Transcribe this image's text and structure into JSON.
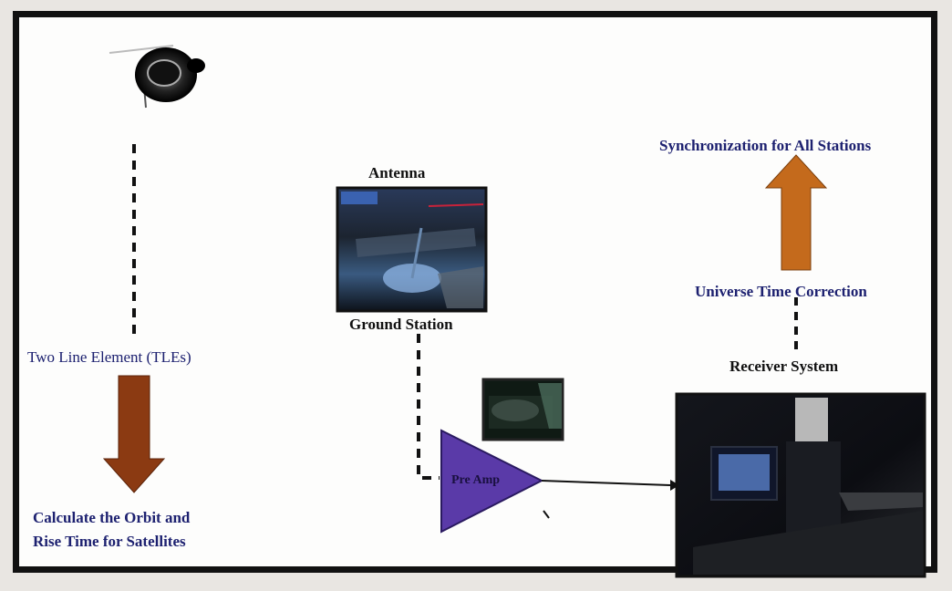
{
  "labels": {
    "antenna": "Antenna",
    "ground_station": "Ground Station",
    "tle": "Two Line Element (TLEs)",
    "calc_line1": "Calculate the Orbit and",
    "calc_line2": "Rise Time for Satellites",
    "sync": "Synchronization for All Stations",
    "utc": "Universe Time Correction",
    "receiver": "Receiver System",
    "preamp": "Pre Amp"
  },
  "icons": {
    "satellite": "satellite-icon",
    "antenna_photo": "antenna-photo",
    "preamp_photo": "preamp-device-photo",
    "receiver_photo": "receiver-system-photo"
  },
  "colors": {
    "arrow_brown": "#8b3a12",
    "arrow_orange": "#c46a1c",
    "preamp_purple": "#5a3aa8",
    "label_navy": "#1d2170",
    "frame": "#111111"
  }
}
